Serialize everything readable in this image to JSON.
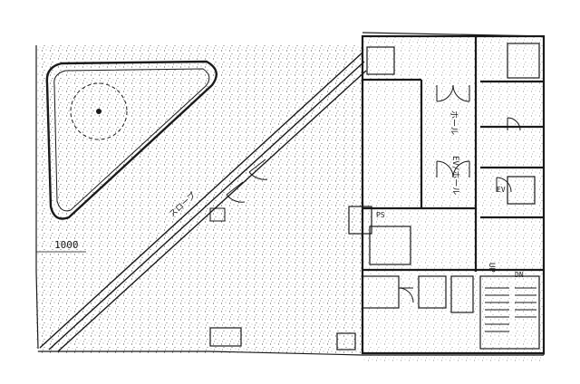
{
  "labels": {
    "dimension": "1000",
    "corridor": "EV/ホール",
    "lobby": "ホール",
    "slope": "スロープ",
    "elevator_hall": "EV",
    "up": "UP",
    "upper_ps": "PS",
    "dn": "DN"
  },
  "colors": {
    "ink": "#1a1a1a",
    "paper": "#ffffff"
  },
  "icons": {
    "round_table": "circle-with-dot",
    "doors": "door-swing-arc",
    "stairs": "stair-treads"
  }
}
